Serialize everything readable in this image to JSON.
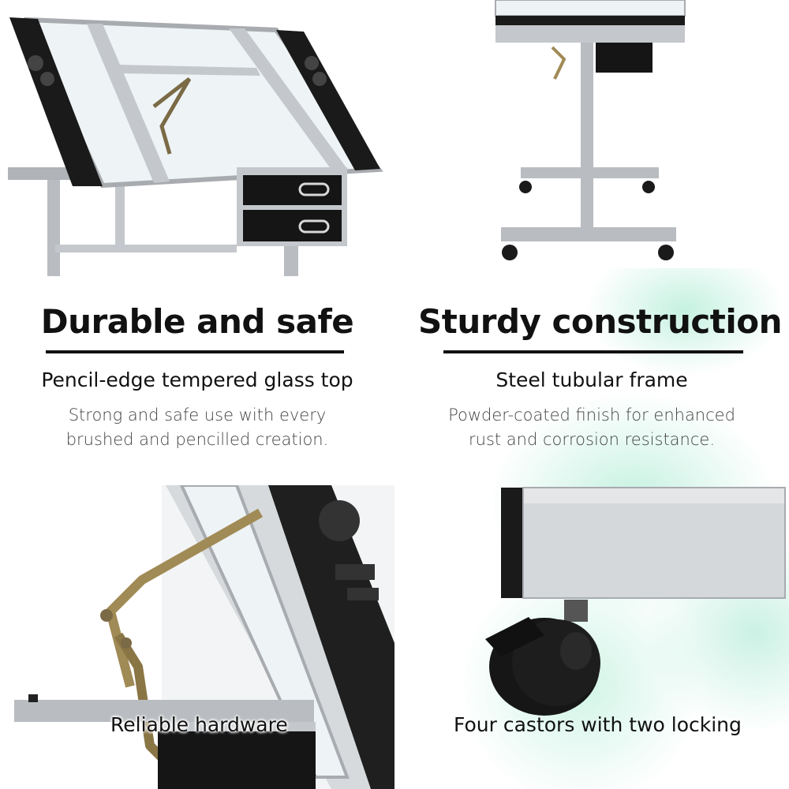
{
  "features": {
    "left": {
      "heading": "Durable and safe",
      "subheading": "Pencil-edge tempered glass top",
      "body_lines": [
        "Strong and safe use with every",
        "brushed and pencilled creation."
      ]
    },
    "right": {
      "heading": "Sturdy construction",
      "subheading": "Steel tubular frame",
      "body_lines": [
        "Powder-coated finish for enhanced",
        "rust and corrosion resistance."
      ]
    }
  },
  "captions": {
    "hardware": "Reliable hardware",
    "castors": "Four castors with two locking"
  },
  "colors": {
    "text": "#111111",
    "body_text": "#444444",
    "frame_silver": "#b9bcc0",
    "glass": "#eef3f5",
    "drawer_black": "#151515",
    "brass": "#a08a55",
    "accent_wash": "#96e6c8"
  }
}
